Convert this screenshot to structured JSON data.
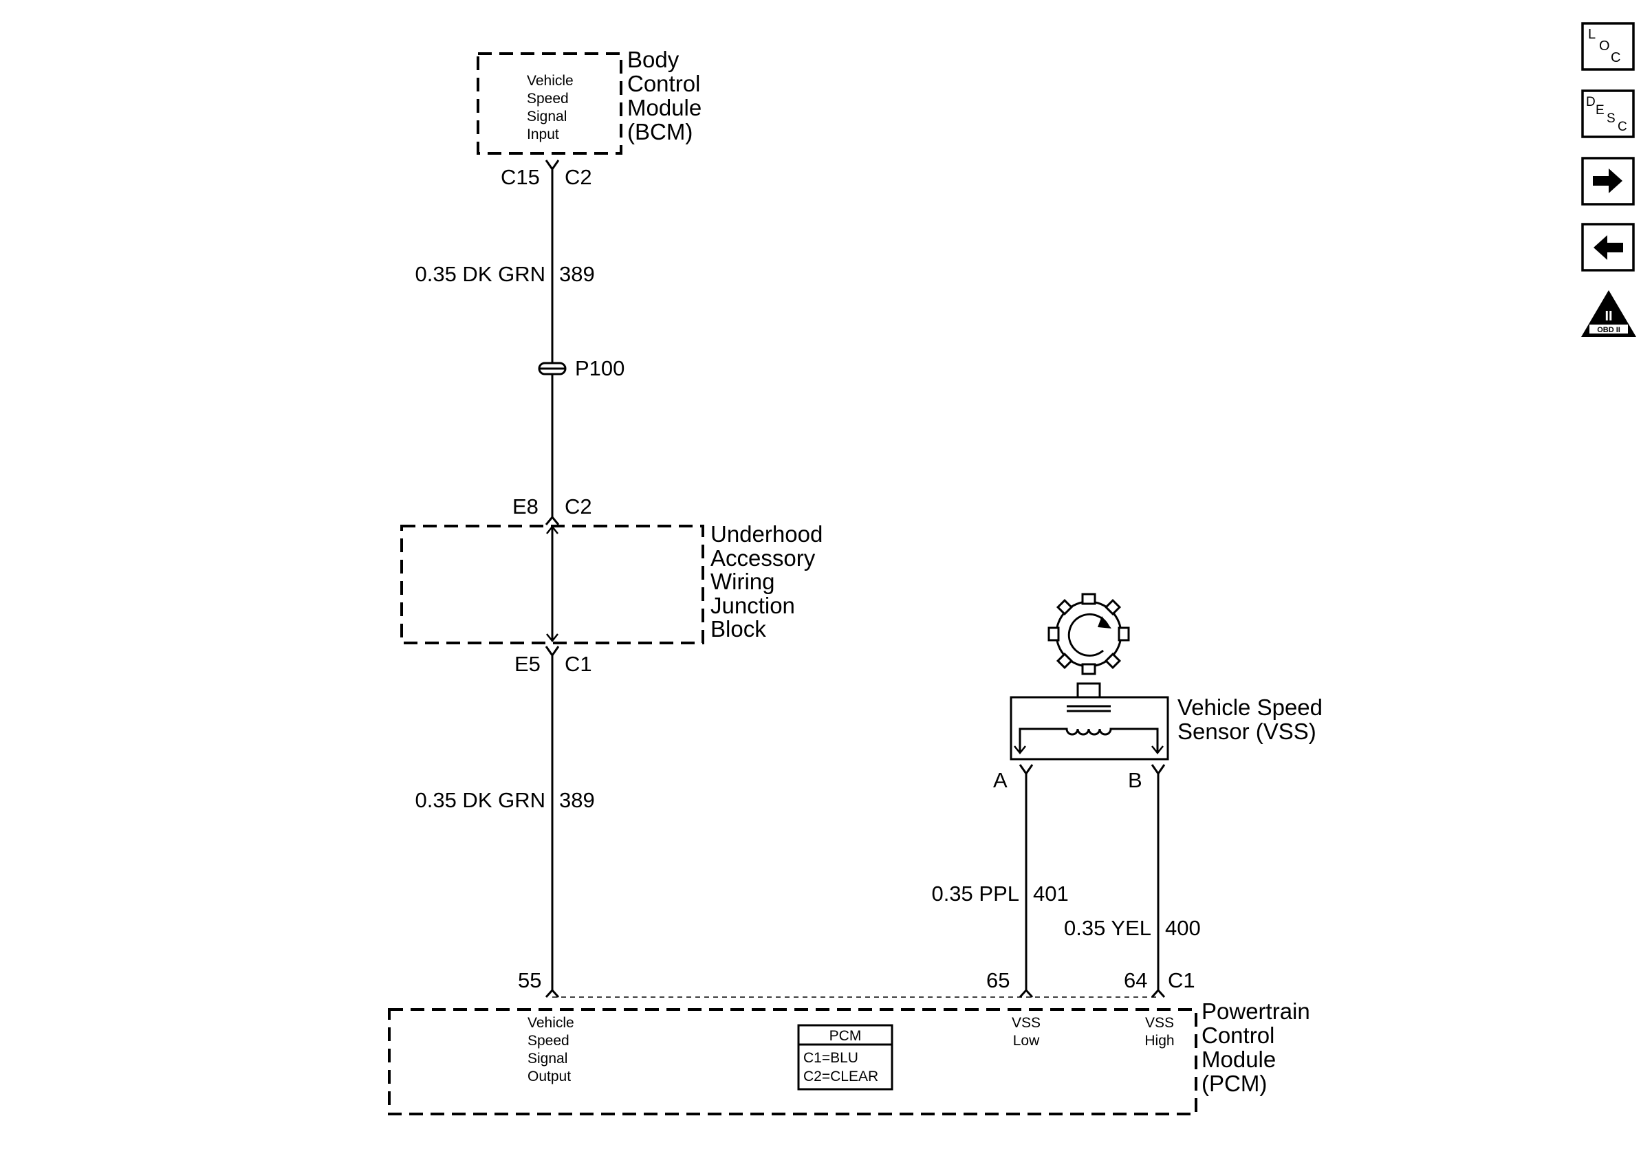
{
  "bcm": {
    "lines": [
      "Body",
      "Control",
      "Module",
      "(BCM)"
    ],
    "inner": [
      "Vehicle",
      "Speed",
      "Signal",
      "Input"
    ],
    "pin": "C15",
    "connector": "C2"
  },
  "wire_top": {
    "gauge_color": "0.35 DK GRN",
    "circuit": "389"
  },
  "splice": {
    "label": "P100"
  },
  "junction_block": {
    "lines": [
      "Underhood",
      "Accessory",
      "Wiring",
      "Junction",
      "Block"
    ],
    "top_pin": "E8",
    "top_connector": "C2",
    "bottom_pin": "E5",
    "bottom_connector": "C1"
  },
  "wire_bottom": {
    "gauge_color": "0.35 DK GRN",
    "circuit": "389"
  },
  "vss": {
    "lines": [
      "Vehicle Speed",
      "Sensor (VSS)"
    ],
    "pin_a": "A",
    "pin_b": "B"
  },
  "wire_low": {
    "gauge_color": "0.35 PPL",
    "circuit": "401"
  },
  "wire_high": {
    "gauge_color": "0.35 YEL",
    "circuit": "400"
  },
  "pcm": {
    "lines": [
      "Powertrain",
      "Control",
      "Module",
      "(PCM)"
    ],
    "pin_output": "55",
    "pin_low": "65",
    "pin_high": "64",
    "connector": "C1",
    "output_label": [
      "Vehicle",
      "Speed",
      "Signal",
      "Output"
    ],
    "low_label": [
      "VSS",
      "Low"
    ],
    "high_label": [
      "VSS",
      "High"
    ],
    "legend_title": "PCM",
    "legend_lines": [
      "C1=BLU",
      "C2=CLEAR"
    ]
  },
  "nav": {
    "loc": [
      "L",
      "O",
      "C"
    ],
    "desc": [
      "D",
      "E",
      "S",
      "C"
    ],
    "obd_label": "OBD II",
    "obd_symbol": "II"
  }
}
